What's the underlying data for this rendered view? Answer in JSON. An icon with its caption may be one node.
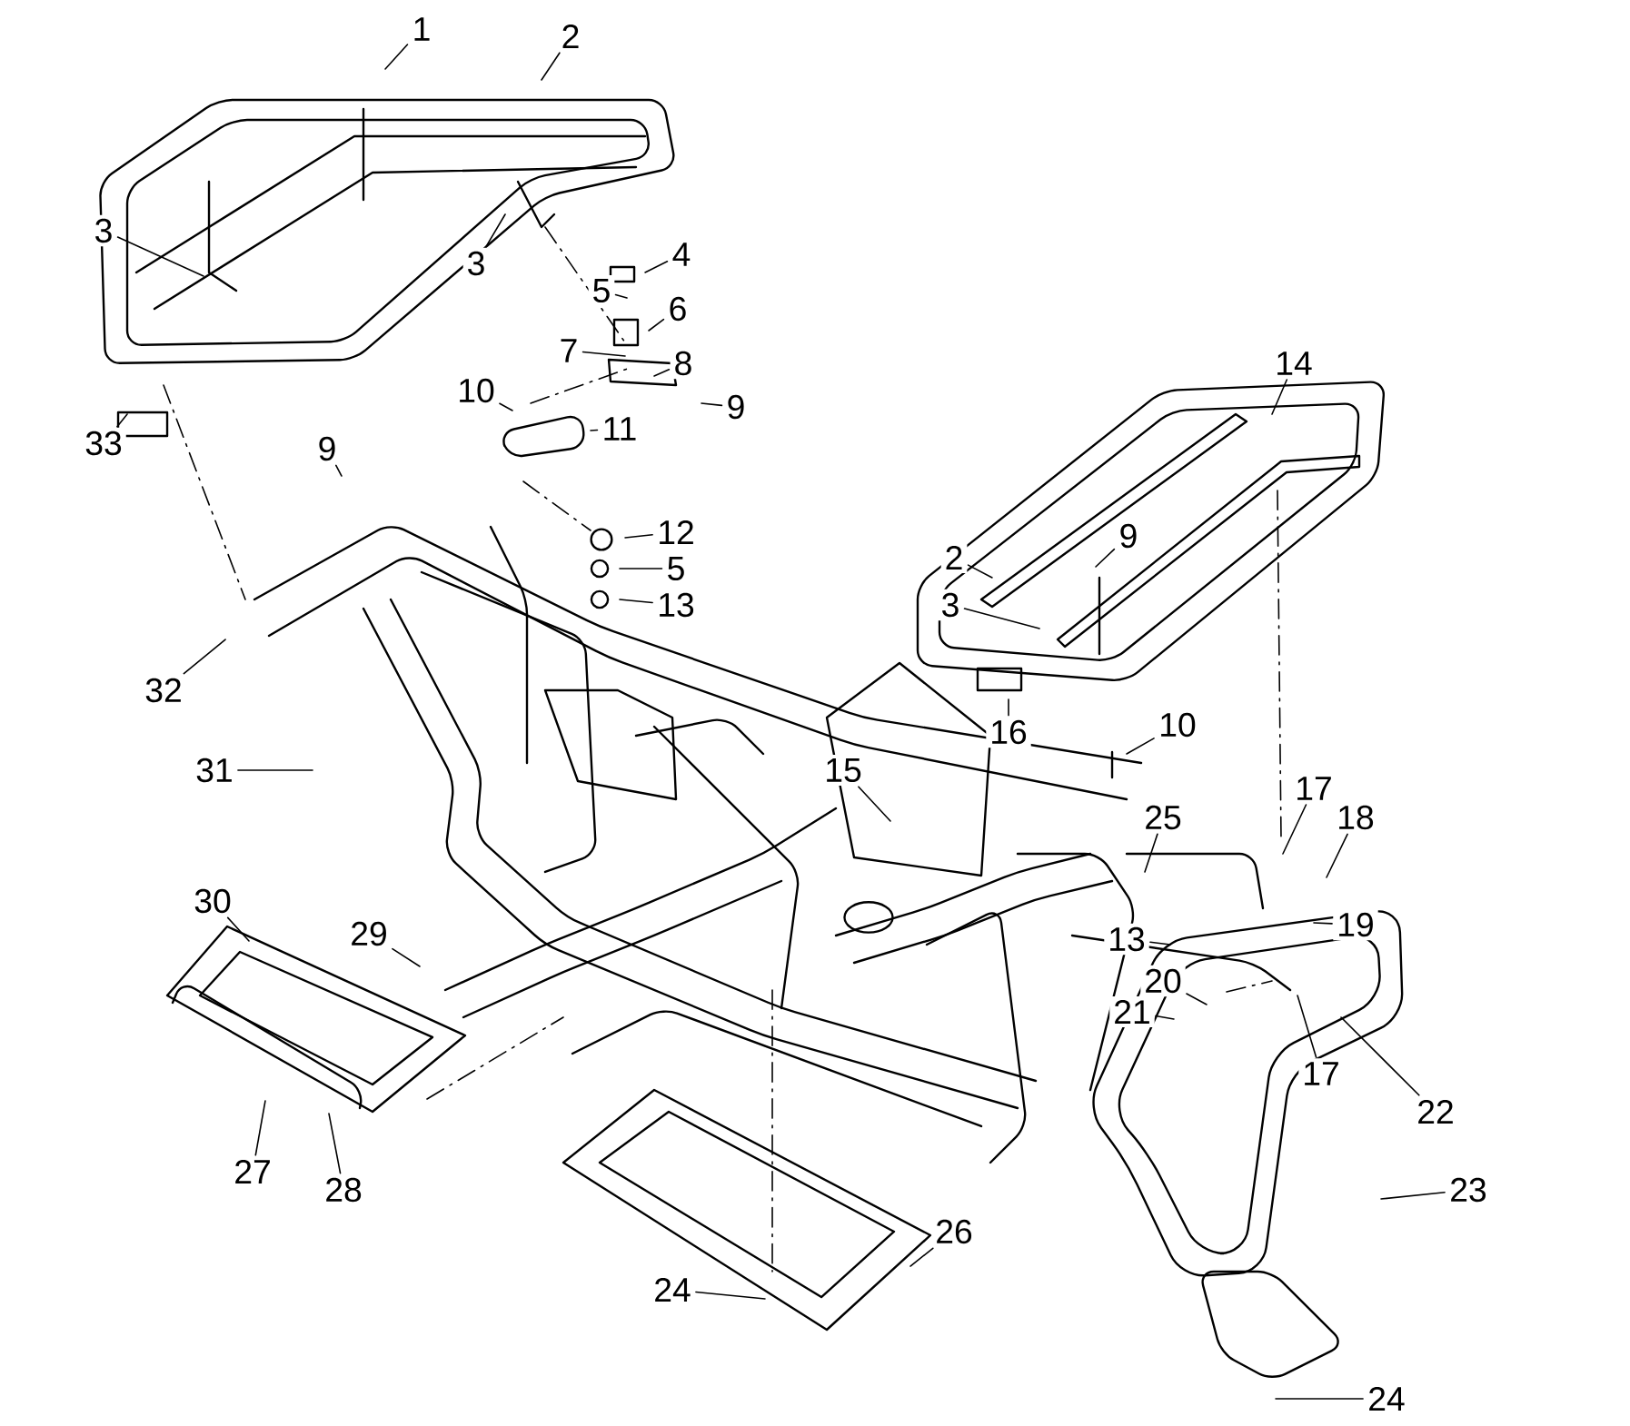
{
  "diagram": {
    "nodes": [
      {
        "text": [
          "1"
        ]
      },
      {
        "text": [
          "2"
        ]
      },
      {
        "text": [
          "3"
        ]
      },
      {
        "text": [
          "3"
        ]
      },
      {
        "text": [
          "4"
        ]
      },
      {
        "text": [
          "5"
        ]
      },
      {
        "text": [
          "6"
        ]
      },
      {
        "text": [
          "7"
        ]
      },
      {
        "text": [
          "8"
        ]
      },
      {
        "text": [
          "9"
        ]
      },
      {
        "text": [
          "10"
        ]
      },
      {
        "text": [
          "11"
        ]
      },
      {
        "text": [
          "33"
        ]
      },
      {
        "text": [
          "14"
        ]
      },
      {
        "text": [
          "9"
        ]
      },
      {
        "text": [
          "12"
        ]
      },
      {
        "text": [
          "5"
        ]
      },
      {
        "text": [
          "13"
        ]
      },
      {
        "text": [
          "2"
        ]
      },
      {
        "text": [
          "9"
        ]
      },
      {
        "text": [
          "3"
        ]
      },
      {
        "text": [
          "32"
        ]
      },
      {
        "text": [
          "16"
        ]
      },
      {
        "text": [
          "10"
        ]
      },
      {
        "text": [
          "31"
        ]
      },
      {
        "text": [
          "15"
        ]
      },
      {
        "text": [
          "17"
        ]
      },
      {
        "text": [
          "18"
        ]
      },
      {
        "text": [
          "25"
        ]
      },
      {
        "text": [
          "30"
        ]
      },
      {
        "text": [
          "29"
        ]
      },
      {
        "text": [
          "19"
        ]
      },
      {
        "text": [
          "13"
        ]
      },
      {
        "text": [
          "20"
        ]
      },
      {
        "text": [
          "21"
        ]
      },
      {
        "text": [
          "17"
        ]
      },
      {
        "text": [
          "22"
        ]
      },
      {
        "text": [
          "27"
        ]
      },
      {
        "text": [
          "28"
        ]
      },
      {
        "text": [
          "23"
        ]
      },
      {
        "text": [
          "26"
        ]
      },
      {
        "text": [
          "24"
        ]
      },
      {
        "text": [
          "24"
        ]
      }
    ],
    "edges": [
      {
        "from": 0,
        "to": null,
        "arrow": "none"
      },
      {
        "from": 1,
        "to": null,
        "arrow": "none"
      },
      {
        "from": 2,
        "to": null,
        "arrow": "none"
      },
      {
        "from": 3,
        "to": null,
        "arrow": "none"
      },
      {
        "from": 4,
        "to": null,
        "arrow": "none"
      },
      {
        "from": 5,
        "to": null,
        "arrow": "none"
      },
      {
        "from": 6,
        "to": null,
        "arrow": "none"
      },
      {
        "from": 7,
        "to": null,
        "arrow": "none"
      },
      {
        "from": 8,
        "to": null,
        "arrow": "none"
      },
      {
        "from": 9,
        "to": null,
        "arrow": "none"
      },
      {
        "from": 10,
        "to": null,
        "arrow": "none"
      },
      {
        "from": 11,
        "to": null,
        "arrow": "none"
      },
      {
        "from": 12,
        "to": null,
        "arrow": "none"
      },
      {
        "from": 13,
        "to": null,
        "arrow": "none"
      },
      {
        "from": 14,
        "to": null,
        "arrow": "none"
      },
      {
        "from": 15,
        "to": null,
        "arrow": "none"
      },
      {
        "from": 16,
        "to": null,
        "arrow": "none"
      },
      {
        "from": 17,
        "to": null,
        "arrow": "none"
      },
      {
        "from": 18,
        "to": null,
        "arrow": "none"
      },
      {
        "from": 19,
        "to": null,
        "arrow": "none"
      },
      {
        "from": 20,
        "to": null,
        "arrow": "none"
      },
      {
        "from": 21,
        "to": null,
        "arrow": "none"
      },
      {
        "from": 22,
        "to": null,
        "arrow": "none"
      },
      {
        "from": 23,
        "to": null,
        "arrow": "none"
      },
      {
        "from": 24,
        "to": null,
        "arrow": "none"
      },
      {
        "from": 25,
        "to": null,
        "arrow": "none"
      },
      {
        "from": 26,
        "to": null,
        "arrow": "none"
      },
      {
        "from": 27,
        "to": null,
        "arrow": "none"
      },
      {
        "from": 28,
        "to": null,
        "arrow": "none"
      },
      {
        "from": 29,
        "to": null,
        "arrow": "none"
      },
      {
        "from": 30,
        "to": null,
        "arrow": "none"
      },
      {
        "from": 31,
        "to": null,
        "arrow": "none"
      },
      {
        "from": 32,
        "to": null,
        "arrow": "none"
      },
      {
        "from": 33,
        "to": null,
        "arrow": "none"
      },
      {
        "from": 34,
        "to": null,
        "arrow": "none"
      },
      {
        "from": 35,
        "to": null,
        "arrow": "none"
      },
      {
        "from": 36,
        "to": null,
        "arrow": "none"
      },
      {
        "from": 37,
        "to": null,
        "arrow": "none"
      },
      {
        "from": 38,
        "to": null,
        "arrow": "none"
      },
      {
        "from": 39,
        "to": null,
        "arrow": "none"
      },
      {
        "from": 40,
        "to": null,
        "arrow": "none"
      },
      {
        "from": 41,
        "to": null,
        "arrow": "none"
      },
      {
        "from": 42,
        "to": null,
        "arrow": "none"
      }
    ]
  }
}
